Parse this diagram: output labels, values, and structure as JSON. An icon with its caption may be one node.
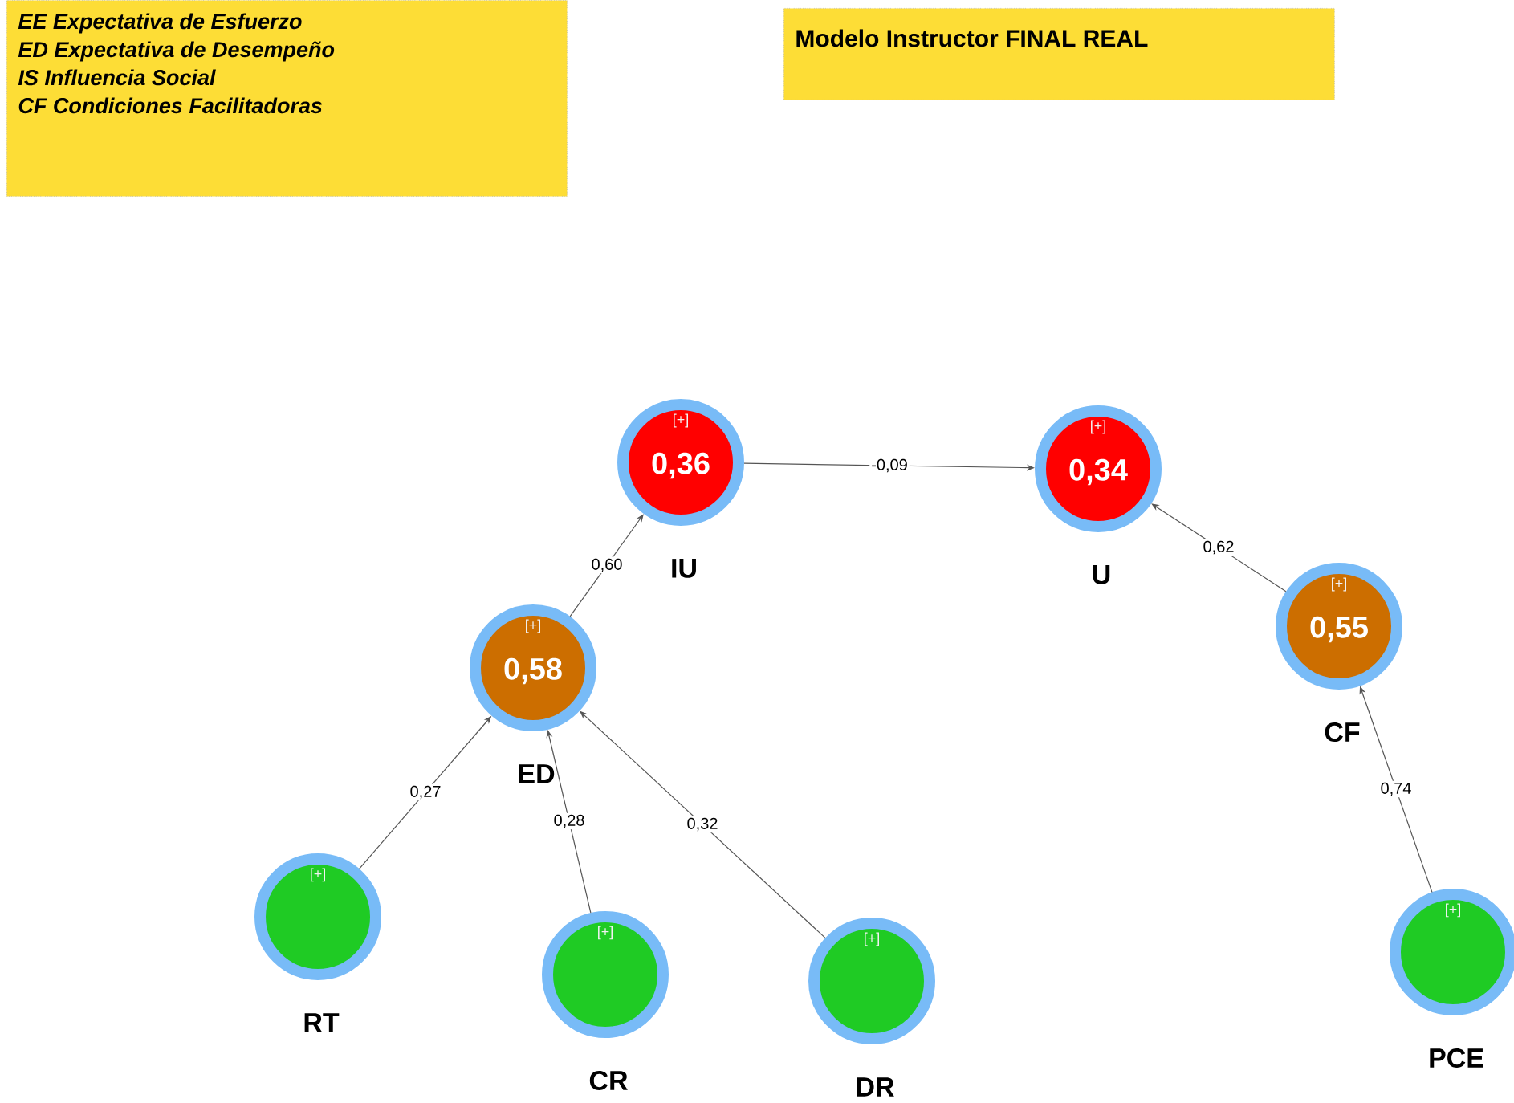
{
  "diagram": {
    "nodes": [
      {
        "text": [
          "EE Expectativa de Esfuerzo",
          "ED Expectativa de Desempeño",
          "IS Influencia Social",
          "CF Condiciones Facilitadoras"
        ]
      },
      {
        "text": [
          "Modelo Instructor FINAL REAL"
        ]
      },
      {
        "text": [
          "[+]",
          "0,36"
        ],
        "beside": [
          "IU"
        ]
      },
      {
        "text": [
          "[+]",
          "0,34"
        ],
        "beside": [
          "U"
        ]
      },
      {
        "text": [
          "[+]",
          "0,58"
        ],
        "beside": [
          "ED"
        ]
      },
      {
        "text": [
          "[+]",
          "0,55"
        ],
        "beside": [
          "CF"
        ]
      },
      {
        "text": [
          "[+]"
        ],
        "beside": [
          "RT"
        ]
      },
      {
        "text": [
          "[+]"
        ],
        "beside": [
          "CR"
        ]
      },
      {
        "text": [
          "[+]"
        ],
        "beside": [
          "DR"
        ]
      },
      {
        "text": [
          "[+]"
        ],
        "beside": [
          "PCE"
        ]
      }
    ],
    "edges": [
      {
        "from": 2,
        "to": 3,
        "arrow": "to",
        "label": "-0,09"
      },
      {
        "from": 4,
        "to": 2,
        "arrow": "to",
        "label": "0,60"
      },
      {
        "from": 5,
        "to": 3,
        "arrow": "to",
        "label": "0,62"
      },
      {
        "from": 6,
        "to": 4,
        "arrow": "to",
        "label": "0,27"
      },
      {
        "from": 7,
        "to": 4,
        "arrow": "to",
        "label": "0,28"
      },
      {
        "from": 8,
        "to": 4,
        "arrow": "to",
        "label": "0,32"
      },
      {
        "from": 9,
        "to": 5,
        "arrow": "to",
        "label": "0,74"
      }
    ]
  }
}
